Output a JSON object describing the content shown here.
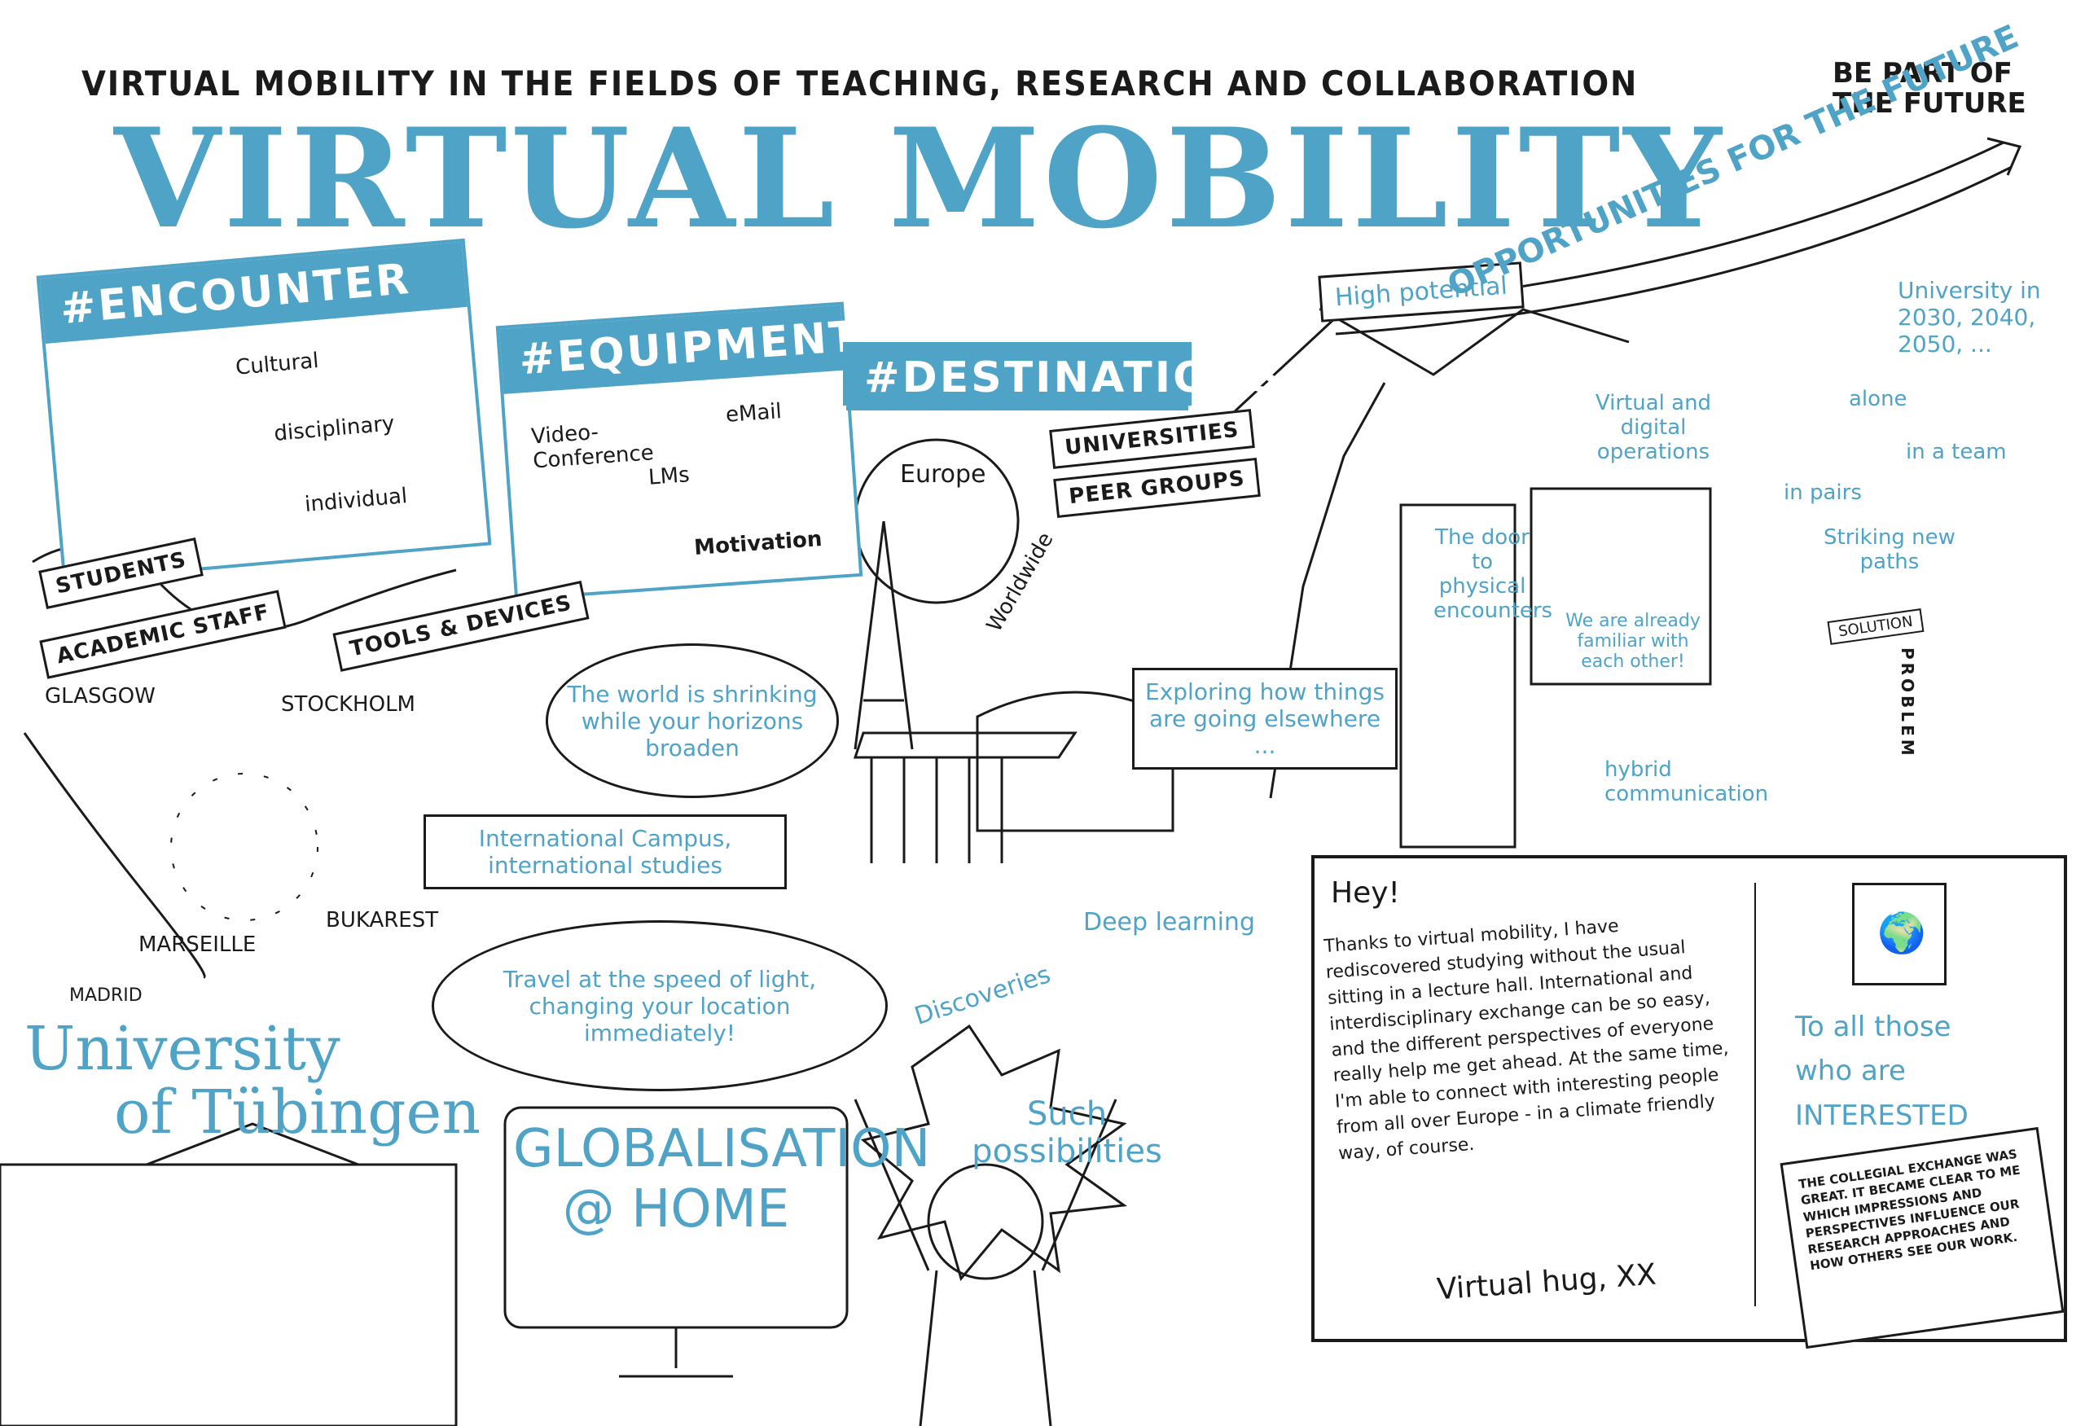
{
  "header": {
    "subtitle": "VIRTUAL MOBILITY IN THE FIELDS OF TEACHING, RESEARCH AND COLLABORATION",
    "title": "VIRTUAL MOBILITY",
    "be_part": "BE PART OF THE FUTURE"
  },
  "encounter": {
    "heading": "#ENCOUNTER",
    "items": [
      "Cultural",
      "disciplinary",
      "individual"
    ],
    "labels": [
      "STUDENTS",
      "ACADEMIC STAFF"
    ]
  },
  "equipment": {
    "heading": "#EQUIPMENT",
    "items": [
      "Video-Conference",
      "eMail",
      "LMs",
      "Motivation"
    ],
    "label": "TOOLS & DEVICES"
  },
  "destinations": {
    "heading": "#DESTINATIONS",
    "items": [
      "Europe",
      "Worldwide"
    ],
    "labels": [
      "UNIVERSITIES",
      "PEER GROUPS"
    ]
  },
  "cities": [
    "GLASGOW",
    "STOCKHOLM",
    "MARSEILLE",
    "BUKAREST",
    "MADRID"
  ],
  "notes": {
    "world_shrinking": "The world is shrinking while your horizons broaden",
    "campus": "International Campus, international studies",
    "exploring": "Exploring how things are going elsewhere ...",
    "travel": "Travel at the speed of light, changing your location immediately!",
    "deep_learning": "Deep learning",
    "discoveries": "Discoveries",
    "possibilities": "Such possibilities",
    "globalisation": "GLOBALISATION @ HOME"
  },
  "future": {
    "high_potential": "High potential",
    "opportunities": "OPPORTUNITIES FOR THE FUTURE",
    "university_years": "University in 2030, 2040, 2050, ...",
    "alone": "alone",
    "in_pairs": "in pairs",
    "in_team": "in a team",
    "virtual_ops": "Virtual and digital operations",
    "door": "The door to physical encounters",
    "familiar": "We are already familiar with each other!",
    "hybrid": "hybrid communication",
    "striking": "Striking new paths",
    "solution": "SOLUTION",
    "problem": "PROBLEM"
  },
  "university": {
    "name_line1": "University",
    "name_line2": "of Tübingen"
  },
  "postcard": {
    "greeting": "Hey!",
    "body": "Thanks to virtual mobility, I have rediscovered studying without the usual sitting in a lecture hall. International and interdisciplinary exchange can be so easy, and the different perspectives of everyone really help me get ahead. At the same time, I'm able to connect with interesting people from all over Europe - in a climate friendly way, of course.",
    "signoff": "Virtual hug, XX",
    "address": "To all those who are INTERESTED",
    "sticky": "THE COLLEGIAL EXCHANGE WAS GREAT. IT BECAME CLEAR TO ME WHICH IMPRESSIONS AND PERSPECTIVES INFLUENCE OUR RESEARCH APPROACHES AND HOW OTHERS SEE OUR WORK."
  },
  "colors": {
    "accent": "#4fa3c7",
    "ink": "#1a1a1a"
  }
}
